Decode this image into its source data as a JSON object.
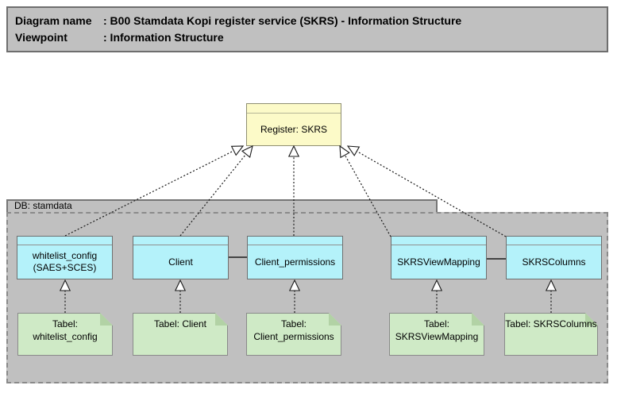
{
  "header": {
    "rows": [
      {
        "label": "Diagram name",
        "value": ": B00 Stamdata Kopi register service (SKRS) - Information Structure"
      },
      {
        "label": "Viewpoint",
        "value": ": Information Structure"
      }
    ]
  },
  "register": {
    "name": "Register: SKRS"
  },
  "database": {
    "name": "DB: stamdata"
  },
  "entities": [
    {
      "name": "whitelist_config\n(SAES+SCES)"
    },
    {
      "name": "Client"
    },
    {
      "name": "Client_permissions"
    },
    {
      "name": "SKRSViewMapping"
    },
    {
      "name": "SKRSColumns"
    }
  ],
  "tables": [
    {
      "name": "Tabel:\nwhitelist_config"
    },
    {
      "name": "Tabel: Client"
    },
    {
      "name": "Tabel:\nClient_permissions"
    },
    {
      "name": "Tabel:\nSKRSViewMapping"
    },
    {
      "name": "Tabel: SKRSColumns"
    }
  ],
  "colors": {
    "register_fill": "#fcfac8",
    "entity_fill": "#b4f2fa",
    "table_fill": "#cfeac6",
    "table_fold": "#b2d2a5",
    "container_fill": "#c0c0c0",
    "header_fill": "#c0c0c0",
    "line": "#1a1a1a"
  }
}
